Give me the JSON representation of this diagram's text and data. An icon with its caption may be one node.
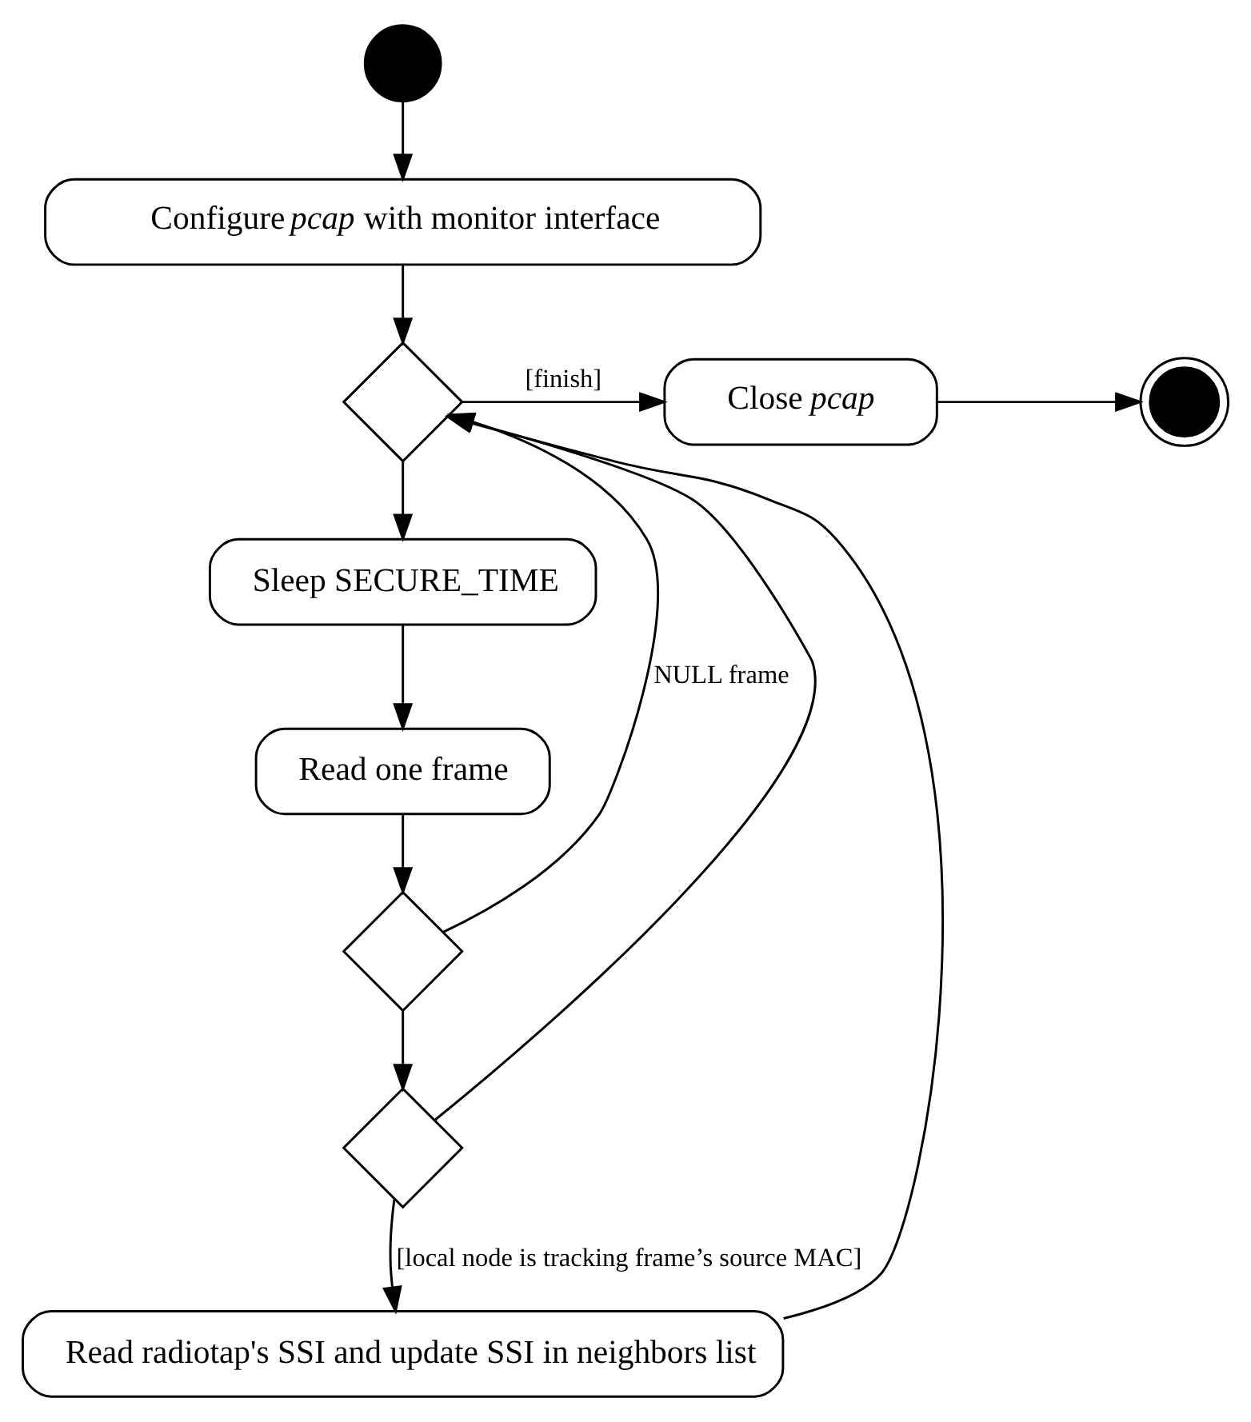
{
  "diagram": {
    "nodes": [
      {
        "text": [],
        "shape": "circle"
      },
      {
        "text": [
          "Configure *pcap* with monitor interface"
        ]
      },
      {
        "text": [],
        "shape": "diamond"
      },
      {
        "text": [
          "Close *pcap*"
        ]
      },
      {
        "text": [],
        "shape": "circle"
      },
      {
        "text": [
          "Sleep SECURE_TIME"
        ]
      },
      {
        "text": [
          "Read one frame"
        ]
      },
      {
        "text": [],
        "shape": "diamond"
      },
      {
        "text": [],
        "shape": "diamond"
      },
      {
        "text": [
          "Read radiotap's SSI and update SSI in neighbors list"
        ]
      }
    ],
    "edges": [
      {
        "from": 0,
        "to": 1,
        "arrow": "to"
      },
      {
        "from": 1,
        "to": 2,
        "arrow": "to"
      },
      {
        "from": 2,
        "to": 3,
        "arrow": "to",
        "label": "[finish]"
      },
      {
        "from": 3,
        "to": 4,
        "arrow": "to"
      },
      {
        "from": 2,
        "to": 5,
        "arrow": "to"
      },
      {
        "from": 5,
        "to": 6,
        "arrow": "to"
      },
      {
        "from": 6,
        "to": 7,
        "arrow": "to"
      },
      {
        "from": 7,
        "to": 2,
        "arrow": "to",
        "label": "NULL frame"
      },
      {
        "from": 7,
        "to": 8,
        "arrow": "to"
      },
      {
        "from": 8,
        "to": 2,
        "arrow": "to"
      },
      {
        "from": 8,
        "to": 9,
        "arrow": "to",
        "label": "[local node is tracking frame’s source MAC]"
      },
      {
        "from": 9,
        "to": 2,
        "arrow": "to"
      }
    ]
  }
}
